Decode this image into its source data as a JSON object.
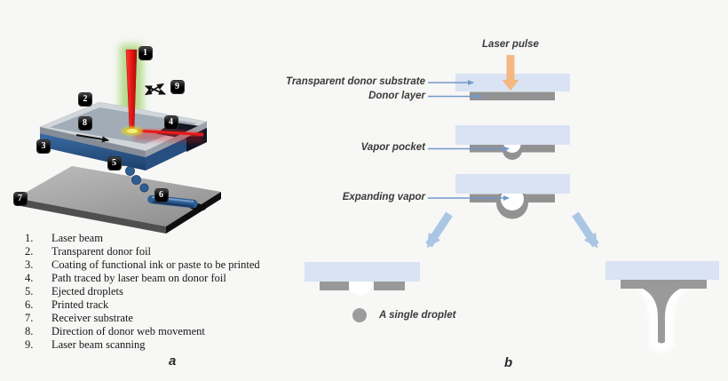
{
  "panel_a": {
    "label": "a",
    "badges": [
      "1",
      "2",
      "3",
      "4",
      "5",
      "6",
      "7",
      "8",
      "9"
    ],
    "legend": {
      "items": [
        {
          "num": "1.",
          "text": "Laser beam"
        },
        {
          "num": "2.",
          "text": "Transparent donor foil"
        },
        {
          "num": "3.",
          "text": "Coating of functional ink or paste to be printed"
        },
        {
          "num": "4.",
          "text": "Path traced by laser beam on donor foil"
        },
        {
          "num": "5.",
          "text": "Ejected droplets"
        },
        {
          "num": "6.",
          "text": "Printed track"
        },
        {
          "num": "7.",
          "text": "Receiver substrate"
        },
        {
          "num": "8.",
          "text": "Direction of donor web movement"
        },
        {
          "num": "9.",
          "text": "Laser beam scanning"
        }
      ]
    }
  },
  "panel_b": {
    "label": "b",
    "annotations": {
      "laser_pulse": "Laser pulse",
      "transparent_donor_substrate": "Transparent donor substrate",
      "donor_layer": "Donor layer",
      "vapor_pocket": "Vapor pocket",
      "expanding_vapor": "Expanding vapor",
      "single_droplet": "A single droplet"
    }
  },
  "colors": {
    "background": "#f7f7f6",
    "substrate_blue": "#d9e3f3",
    "layer_gray": "#929292",
    "laser_orange": "#f4b880",
    "annotation_arrow_blue": "#7398cb",
    "big_arrow_blue": "#aac6e3",
    "beam_red": "#e81a1a",
    "beam_glow_green": "#a8d578",
    "ink_blue": "#2e5d94",
    "droplet_gray": "#9c9c9c"
  }
}
